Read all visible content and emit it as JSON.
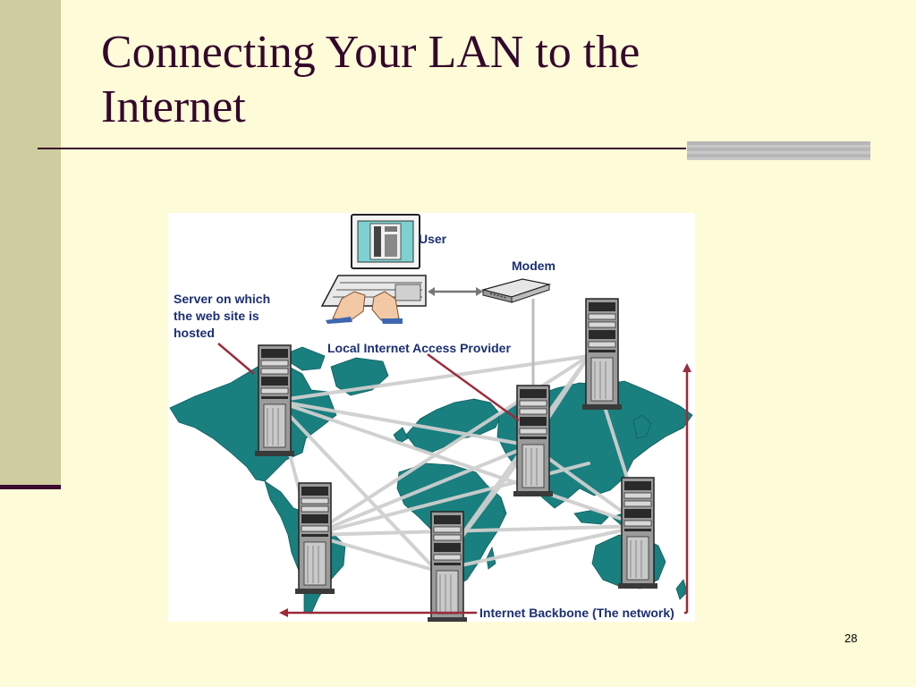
{
  "slide": {
    "title_line1": "Connecting Your LAN to the",
    "title_line2": "Internet",
    "page_number": "28"
  },
  "diagram": {
    "label_user": "User",
    "label_modem": "Modem",
    "label_server_1": "Server on which",
    "label_server_2": "the web site is",
    "label_server_3": "hosted",
    "label_local_isp": "Local Internet Access Provider",
    "label_backbone": "Internet Backbone (The network)"
  },
  "colors": {
    "background": "#fefbd8",
    "sidebar": "#cfcd9f",
    "title_text": "#34082d",
    "map_land": "#1a7f7f",
    "label_text": "#1c2f74",
    "arrow": "#9b2b3a"
  }
}
